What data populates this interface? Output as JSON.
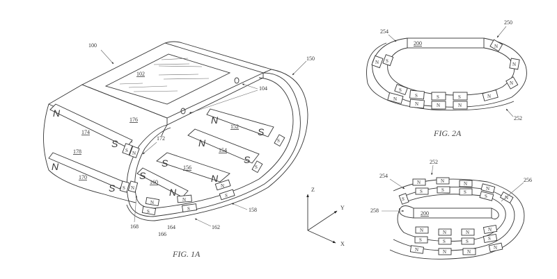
{
  "figures": {
    "fig1a": {
      "caption": "FIG. 1A",
      "refs": {
        "device": "100",
        "display": "102",
        "buttons": "104",
        "band": "150",
        "m152": "152",
        "m154": "154",
        "m156": "156",
        "m158": "158",
        "m160": "160",
        "m162": "162",
        "m164": "164",
        "m166": "166",
        "m168": "168",
        "m170": "170",
        "m172": "172",
        "m174": "174",
        "side176": "176",
        "side178": "178"
      },
      "poles": {
        "north": "N",
        "south": "S"
      }
    },
    "axes": {
      "z": "Z",
      "y": "Y",
      "x": "X"
    },
    "fig2a": {
      "caption": "FIG. 2A",
      "refs": {
        "device": "200",
        "band": "250",
        "layer": "252",
        "inner": "254"
      },
      "outer_row": [
        "N",
        "N",
        "N",
        "N",
        "N",
        "N",
        "N",
        "N",
        "N"
      ],
      "inner_row": [
        "S",
        "S",
        "S",
        "S",
        "S"
      ]
    },
    "fig2b": {
      "refs": {
        "device": "200",
        "layer": "252",
        "inner": "254",
        "p256": "256",
        "p258": "258"
      },
      "top_outer": [
        "N",
        "N",
        "N",
        "N",
        "N"
      ],
      "top_inner": [
        "S",
        "S",
        "S",
        "S",
        "S"
      ],
      "bottom_row1": [
        "N",
        "N",
        "N",
        "N"
      ],
      "bottom_row2": [
        "S",
        "S",
        "S",
        "S"
      ],
      "bottom_row3": [
        "N",
        "N",
        "N",
        "N"
      ]
    }
  }
}
